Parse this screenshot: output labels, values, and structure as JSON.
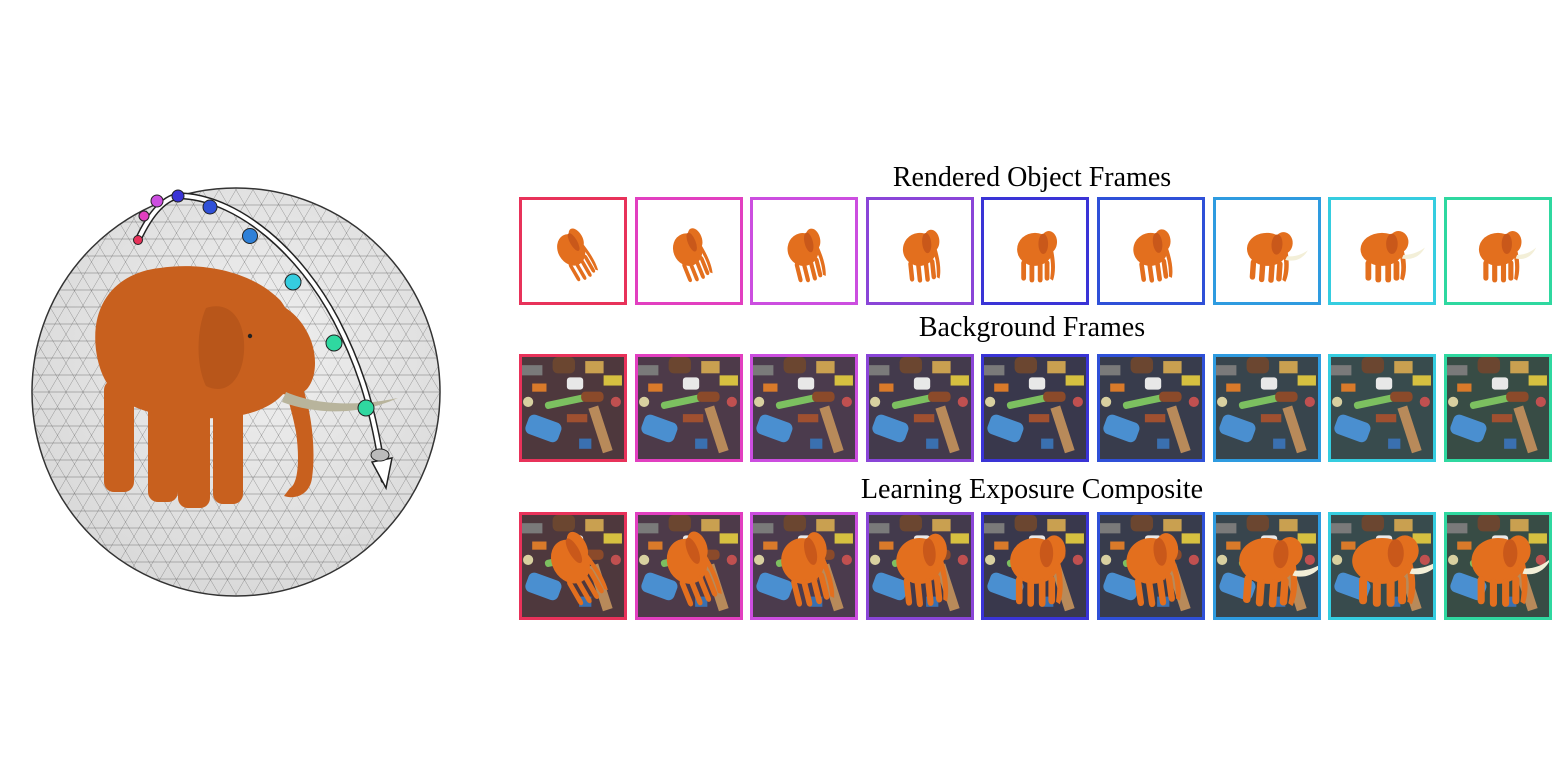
{
  "titles": {
    "rendered": "Rendered Object Frames",
    "background": "Background Frames",
    "composite": "Learning Exposure Composite"
  },
  "frame_colors": [
    "#e8325a",
    "#e23fc0",
    "#cc4ee0",
    "#8a45d8",
    "#3a34d6",
    "#2f50d8",
    "#2e9be0",
    "#35cde0",
    "#2fd8a0"
  ],
  "trajectory_colors": [
    "#e8325a",
    "#e23fc0",
    "#cc4ee0",
    "#3a34d6",
    "#2f50d8",
    "#2e80d8",
    "#35cde0",
    "#2fd8a0"
  ],
  "object_color": "#e36f1e",
  "figure": {
    "sphere_color": "#e2e2e2",
    "grid_color": "#555555",
    "elephant_color": "#c8601e",
    "tusk_color": "#b8b49c",
    "path_color": "#ffffff"
  },
  "icons": [
    "elephant-icon",
    "trajectory-arrow-icon",
    "toy-clutter-background-icon"
  ]
}
